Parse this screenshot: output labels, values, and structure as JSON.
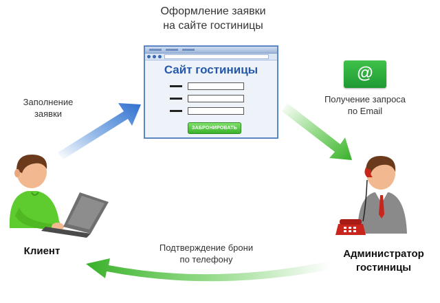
{
  "top_caption": [
    "Оформление заявки",
    "на сайте гостиницы"
  ],
  "left_caption": [
    "Заполнение",
    "заявки"
  ],
  "right_caption": [
    "Получение запроса",
    "по Email"
  ],
  "bottom_caption": [
    "Подтверждение брони",
    "по телефону"
  ],
  "website": {
    "title": "Сайт гостиницы",
    "button_label": "ЗАБРОНИРОВАТЬ",
    "field_count": 3
  },
  "email_icon": {
    "symbol": "@",
    "icon": "email-icon"
  },
  "client_label": "Клиент",
  "admin_label": [
    "Администратор",
    "гостиницы"
  ],
  "colors": {
    "blue_arrow": "#3b7fd4",
    "green_arrow": "#4dc23a",
    "site_title": "#2558a8",
    "shirt_green": "#5ecb2e",
    "suit_gray": "#8a8a8a",
    "phone_red": "#c8261c"
  }
}
